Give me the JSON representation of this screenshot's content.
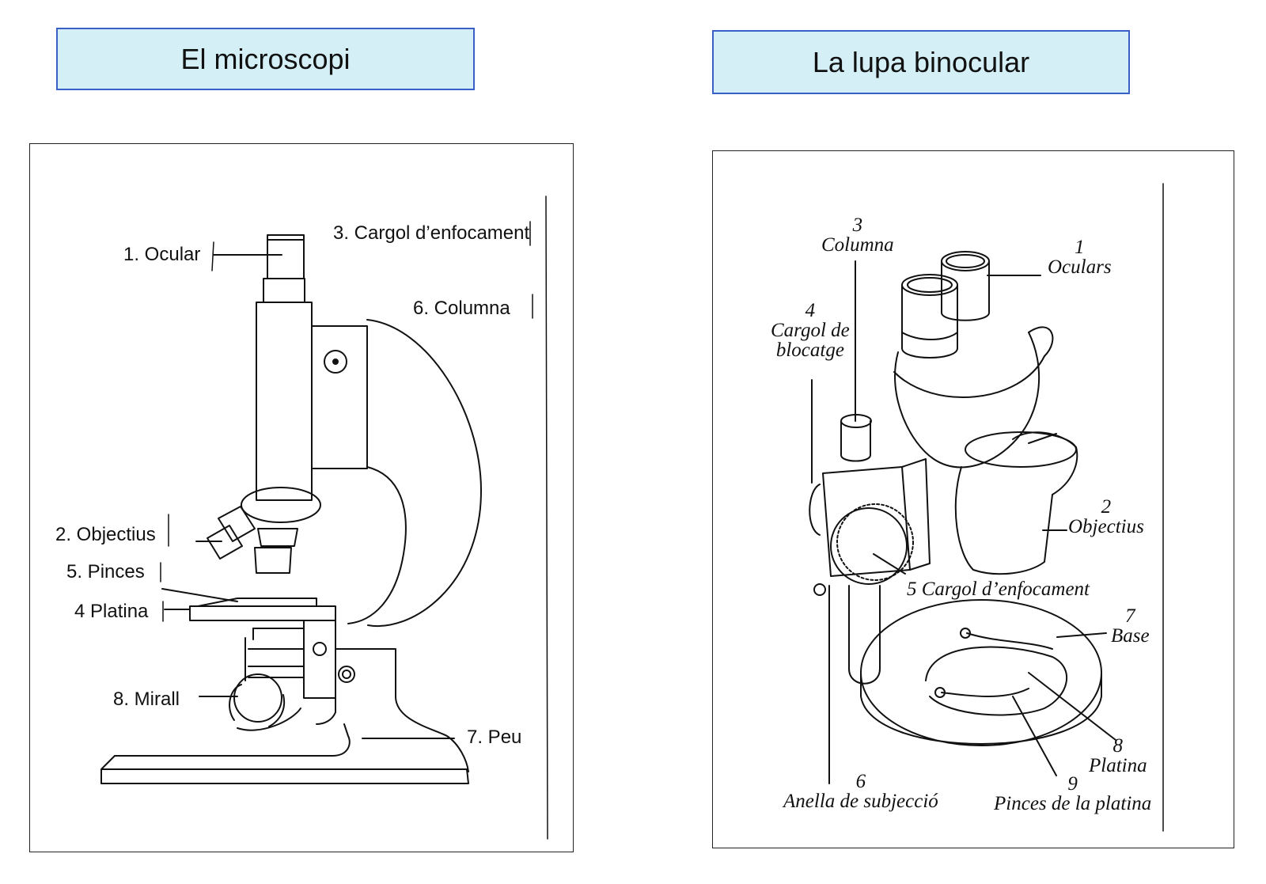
{
  "titles": {
    "microscope": "El microscopi",
    "loupe": "La lupa binocular"
  },
  "microscope_labels": {
    "ocular": "1. Ocular",
    "objectius": "2. Objectius",
    "cargol_enfocament": "3. Cargol d’enfocament",
    "platina": "4 Platina",
    "pinces": "5. Pinces",
    "columna": "6. Columna",
    "peu": "7. Peu",
    "mirall": "8. Mirall"
  },
  "loupe_labels": {
    "oculars": {
      "num": "1",
      "text": "Oculars"
    },
    "objectius": {
      "num": "2",
      "text": "Objectius"
    },
    "columna": {
      "num": "3",
      "text": "Columna"
    },
    "cargol_blocatge": {
      "num": "4",
      "line1": "Cargol de",
      "line2": "blocatge"
    },
    "cargol_enfocament": {
      "num": "5",
      "text": "Cargol d’enfocament"
    },
    "anella": {
      "num": "6",
      "text": "Anella de subjecció"
    },
    "base": {
      "num": "7",
      "text": "Base"
    },
    "platina": {
      "num": "8",
      "text": "Platina"
    },
    "pinces": {
      "num": "9",
      "text": "Pinces de la platina"
    }
  },
  "colors": {
    "title_fill": "#d4f0f6",
    "title_border": "#3a5fc6",
    "line": "#111111"
  }
}
